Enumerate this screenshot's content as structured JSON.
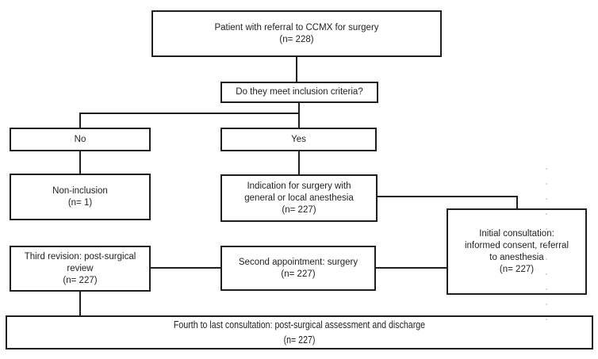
{
  "colors": {
    "ink": "#1f1f1f",
    "background": "#ffffff",
    "artifact_dots": "#d9d9d9"
  },
  "nodes": {
    "referral": {
      "lines": [
        "Patient with referral to CCMX for surgery",
        "(n= 228)"
      ]
    },
    "criteria": {
      "lines": [
        "Do they meet inclusion criteria?"
      ]
    },
    "no": {
      "lines": [
        "No"
      ]
    },
    "yes": {
      "lines": [
        "Yes"
      ]
    },
    "non_inclusion": {
      "lines": [
        "Non-inclusion",
        "(n= 1)"
      ]
    },
    "indication": {
      "lines": [
        "Indication for surgery with",
        "general or local anesthesia",
        "(n= 227)"
      ]
    },
    "initial_consultation": {
      "lines": [
        "Initial consultation:",
        "informed consent, referral",
        "to anesthesia",
        "(n= 227)"
      ]
    },
    "second_appointment": {
      "lines": [
        "Second appointment: surgery",
        "(n= 227)"
      ]
    },
    "third_revision": {
      "lines": [
        "Third revision: post-surgical",
        "review",
        "(n= 227)"
      ]
    },
    "fourth_consultation": {
      "lines": [
        "Fourth to last consultation: post-surgical assessment and discharge",
        "(n= 227)"
      ]
    }
  }
}
